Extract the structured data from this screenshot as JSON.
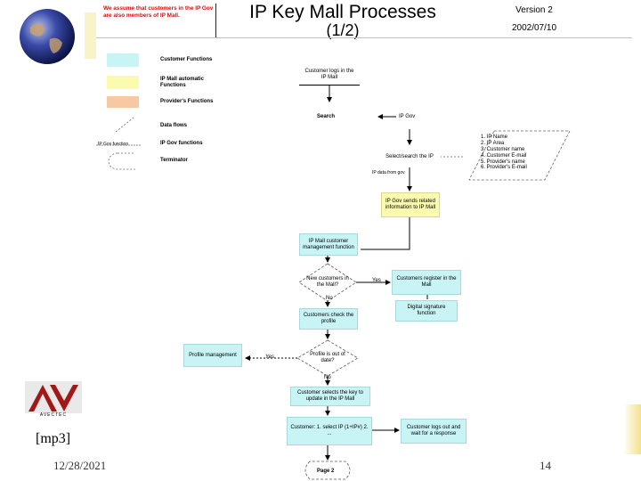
{
  "header": {
    "title": "IP Key Mall Processes",
    "subtitle": "(1/2)",
    "version": "Version 2",
    "date": "2002/07/10",
    "note": "We assume that customers in the IP Gov are also members of IP Mall."
  },
  "legend": {
    "customer_functions": "Customer Functions",
    "mall_functions": "IP Mall automatic Functions",
    "provider_functions": "Provider's Functions",
    "data_flows": "Data flows",
    "ip_gov_functions": "IP Gov functions",
    "ip_gov_functions_small": "IP Gov function",
    "terminator": "Terminator"
  },
  "flow": {
    "login": "Customer logs in the IP Mall",
    "search": "Search",
    "ip_gov": "IP Gov",
    "select_ip": "Select/search the IP",
    "data_from_gov": "IP data from gov",
    "ip_data_list": [
      "1. IP Name",
      "2. IP Area",
      "3. Customer name",
      "4. Customer E-mail",
      "5. Provider's name",
      "6. Provider's E-mail"
    ],
    "ip_gov_sends": "IP Gov sends related information to IP Mall",
    "mall_management": "IP Mall customer management function",
    "new_customer": "New customers in the Mall?",
    "yes1": "Yes",
    "no1": "No",
    "register": "Customers register in the Mall",
    "digital_sig": "Digital signature function",
    "check_profile": "Customers check the profile",
    "profile_question": "Profile is out of date?",
    "yes2": "Yes",
    "no2": "No",
    "profile_mgmt": "Profile management",
    "customer_key": "Customer selects the key to update in the IP Mall",
    "customer_choice": "Customer: 1. select IP (1+IP#) 2. ...",
    "customer_logout": "Customer logs out and wait for a response",
    "page2": "Page 2"
  },
  "footer": {
    "mp3": "[mp3]",
    "date": "12/28/2021",
    "page": "14",
    "logo_text": "AVECTEC"
  },
  "colors": {
    "customer": "#c8f4f6",
    "mall": "#fbfbb0",
    "provider": "#f6c9a2",
    "logo_red": "#a01818"
  }
}
